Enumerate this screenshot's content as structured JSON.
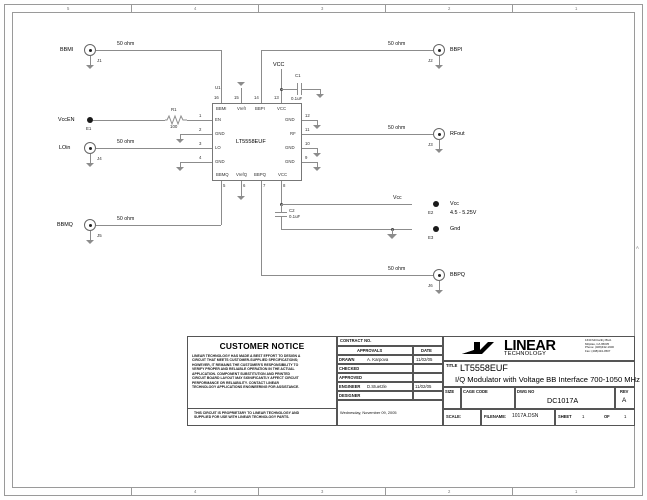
{
  "sheet": {
    "zones_top": [
      "5",
      "4",
      "3",
      "2",
      "1"
    ],
    "zones_bottom": [
      "4",
      "3",
      "2",
      "1"
    ],
    "zone_right": "A"
  },
  "schematic": {
    "ic": {
      "refdes": "U1",
      "part": "LT5558EUF",
      "pins_top": [
        {
          "num": "16",
          "name": "BBMI"
        },
        {
          "num": "15",
          "name": "VrefI"
        },
        {
          "num": "14",
          "name": "BBPI"
        },
        {
          "num": "13",
          "name": "VCC"
        }
      ],
      "pins_left": [
        {
          "num": "1",
          "name": "EN"
        },
        {
          "num": "2",
          "name": "GND"
        },
        {
          "num": "3",
          "name": "LO"
        },
        {
          "num": "4",
          "name": "GND"
        }
      ],
      "pins_right": [
        {
          "num": "12",
          "name": "GND"
        },
        {
          "num": "11",
          "name": "RF"
        },
        {
          "num": "10",
          "name": "GND"
        },
        {
          "num": "9",
          "name": "GND"
        }
      ],
      "pins_bottom": [
        {
          "num": "5",
          "name": "BBMQ"
        },
        {
          "num": "6",
          "name": "VrefQ"
        },
        {
          "num": "7",
          "name": "BBPQ"
        },
        {
          "num": "8",
          "name": "VCC"
        }
      ]
    },
    "connectors": [
      {
        "refdes": "J1",
        "label": "BBMI",
        "side": "left",
        "net": "50 ohm"
      },
      {
        "refdes": "J4",
        "label": "LOin",
        "side": "left",
        "net": "50 ohm"
      },
      {
        "refdes": "J5",
        "label": "BBMQ",
        "side": "left",
        "net": "50 ohm"
      },
      {
        "refdes": "J2",
        "label": "BBPI",
        "side": "right",
        "net": "50 ohm"
      },
      {
        "refdes": "J3",
        "label": "RFout",
        "side": "right",
        "net": "50 ohm"
      },
      {
        "refdes": "J6",
        "label": "BBPQ",
        "side": "right",
        "net": "50 ohm"
      }
    ],
    "turrets": [
      {
        "refdes": "E1",
        "label": "VccEN",
        "note": ""
      },
      {
        "refdes": "E2",
        "label": "Vcc",
        "note": "4.5 - 5.25V"
      },
      {
        "refdes": "E3",
        "label": "Gnd",
        "note": ""
      }
    ],
    "components": [
      {
        "refdes": "R1",
        "value": "100",
        "type": "resistor"
      },
      {
        "refdes": "C1",
        "value": "0.1uF",
        "type": "capacitor"
      },
      {
        "refdes": "C2",
        "value": "0.1uF",
        "type": "capacitor"
      }
    ],
    "net_labels": [
      "VCC",
      "Vcc"
    ],
    "wire_labels": {
      "bbmi": "50 ohm",
      "bbpi": "50 ohm",
      "loin": "50 ohm",
      "rfout": "50 ohm",
      "bbmq": "50 ohm",
      "bbpq": "50 ohm",
      "vcc": "Vcc"
    }
  },
  "title_block": {
    "customer_notice": {
      "heading": "CUSTOMER NOTICE",
      "body_lines": [
        "LINEAR TECHNOLOGY HAS MADE A BEST EFFORT TO DESIGN A",
        "CIRCUIT THAT MEETS CUSTOMER-SUPPLIED SPECIFICATIONS;",
        "HOWEVER, IT REMAINS THE CUSTOMER'S RESPONSIBILITY TO",
        "VERIFY PROPER AND RELIABLE OPERATION IN THE ACTUAL",
        "APPLICATION.  COMPONENT SUBSTITUTION AND PRINTED",
        "CIRCUIT BOARD LAYOUT MAY SIGNIFICANTLY AFFECT CIRCUIT",
        "PERFORMANCE OR RELIABILITY.  CONTACT LINEAR",
        "TECHNOLOGY APPLICATIONS ENGINEERING FOR ASSISTANCE."
      ],
      "footer_lines": [
        "THIS CIRCUIT IS PROPRIETARY TO LINEAR TECHNOLOGY AND",
        "SUPPLIED FOR USE WITH LINEAR TECHNOLOGY PARTS."
      ]
    },
    "contract_no_label": "CONTRACT NO.",
    "approvals_label": "APPROVALS",
    "date_label": "DATE",
    "rows": [
      {
        "role": "DRAWN",
        "name": "A. Karpova",
        "date": "11/02/05"
      },
      {
        "role": "CHECKED",
        "name": "",
        "date": ""
      },
      {
        "role": "APPROVED",
        "name": "",
        "date": ""
      },
      {
        "role": "ENGINEER",
        "name": "D.Stuetzle",
        "date": "11/02/05"
      },
      {
        "role": "DESIGNER",
        "name": "",
        "date": ""
      }
    ],
    "date_stamp": "Wednesday, November 09, 2005",
    "logo": {
      "name": "LINEAR",
      "sub": "TECHNOLOGY",
      "address_lines": [
        "1630 McCarthy Blvd.",
        "Milpitas, CA 95035",
        "Phone: (408)432-1900",
        "Fax: (408)434-0507"
      ]
    },
    "title_label": "TITLE",
    "title_line1": "LT5558EUF",
    "title_line2": "I/Q Modulator with Voltage BB Interface 700-1050 MHz",
    "size_label": "SIZE",
    "size_value": "",
    "cage_label": "CAGE CODE",
    "cage_value": "",
    "dwg_label": "DWG NO",
    "dwg_value": "DC1017A",
    "rev_label": "REV",
    "rev_value": "A",
    "scale_label": "SCALE:",
    "scale_value": "",
    "filename_label": "FILENAME:",
    "filename_value": "1017A.DSN",
    "sheet_label": "SHEET",
    "sheet_value": "1",
    "of_label": "OF",
    "of_value": "1"
  }
}
